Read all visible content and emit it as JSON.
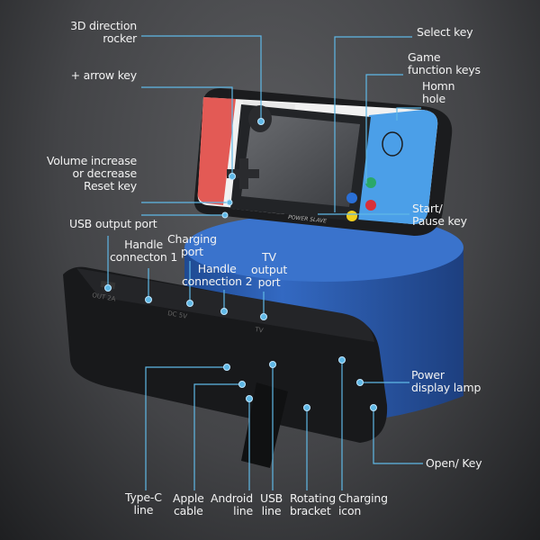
{
  "colors": {
    "callout": "#5fb8e6",
    "pedestal": "#2f63b8",
    "device_red": "#e35a55",
    "device_blue": "#4b9fe8"
  },
  "device_brand_text": "POWER SLAVE",
  "port_markings": [
    "OUT 2A",
    "DC 5V",
    "TV"
  ],
  "labels": {
    "direction_rocker": "3D direction\nrocker",
    "arrow_key": "+ arrow key",
    "volume": "Volume increase\nor decrease",
    "reset": "Reset key",
    "select": "Select key",
    "game_keys": "Game\nfunction keys",
    "horn_hole": "Homn\nhole",
    "start_pause": "Start/\nPause key",
    "usb_output": "USB output port",
    "handle_1": "Handle\nconnecton 1",
    "charging_port": "Charging\nport",
    "handle_2": "Handle\nconnection 2",
    "tv_output": "TV\noutput\nport",
    "power_lamp": "Power\ndisplay lamp",
    "open_key": "Open/ Key",
    "type_c": "Type-C\nline",
    "apple": "Apple\ncable",
    "android": "Android\nline",
    "usb_line": "USB\nline",
    "rotating": "Rotating\nbracket",
    "charging_icon": "Charging\nicon"
  }
}
